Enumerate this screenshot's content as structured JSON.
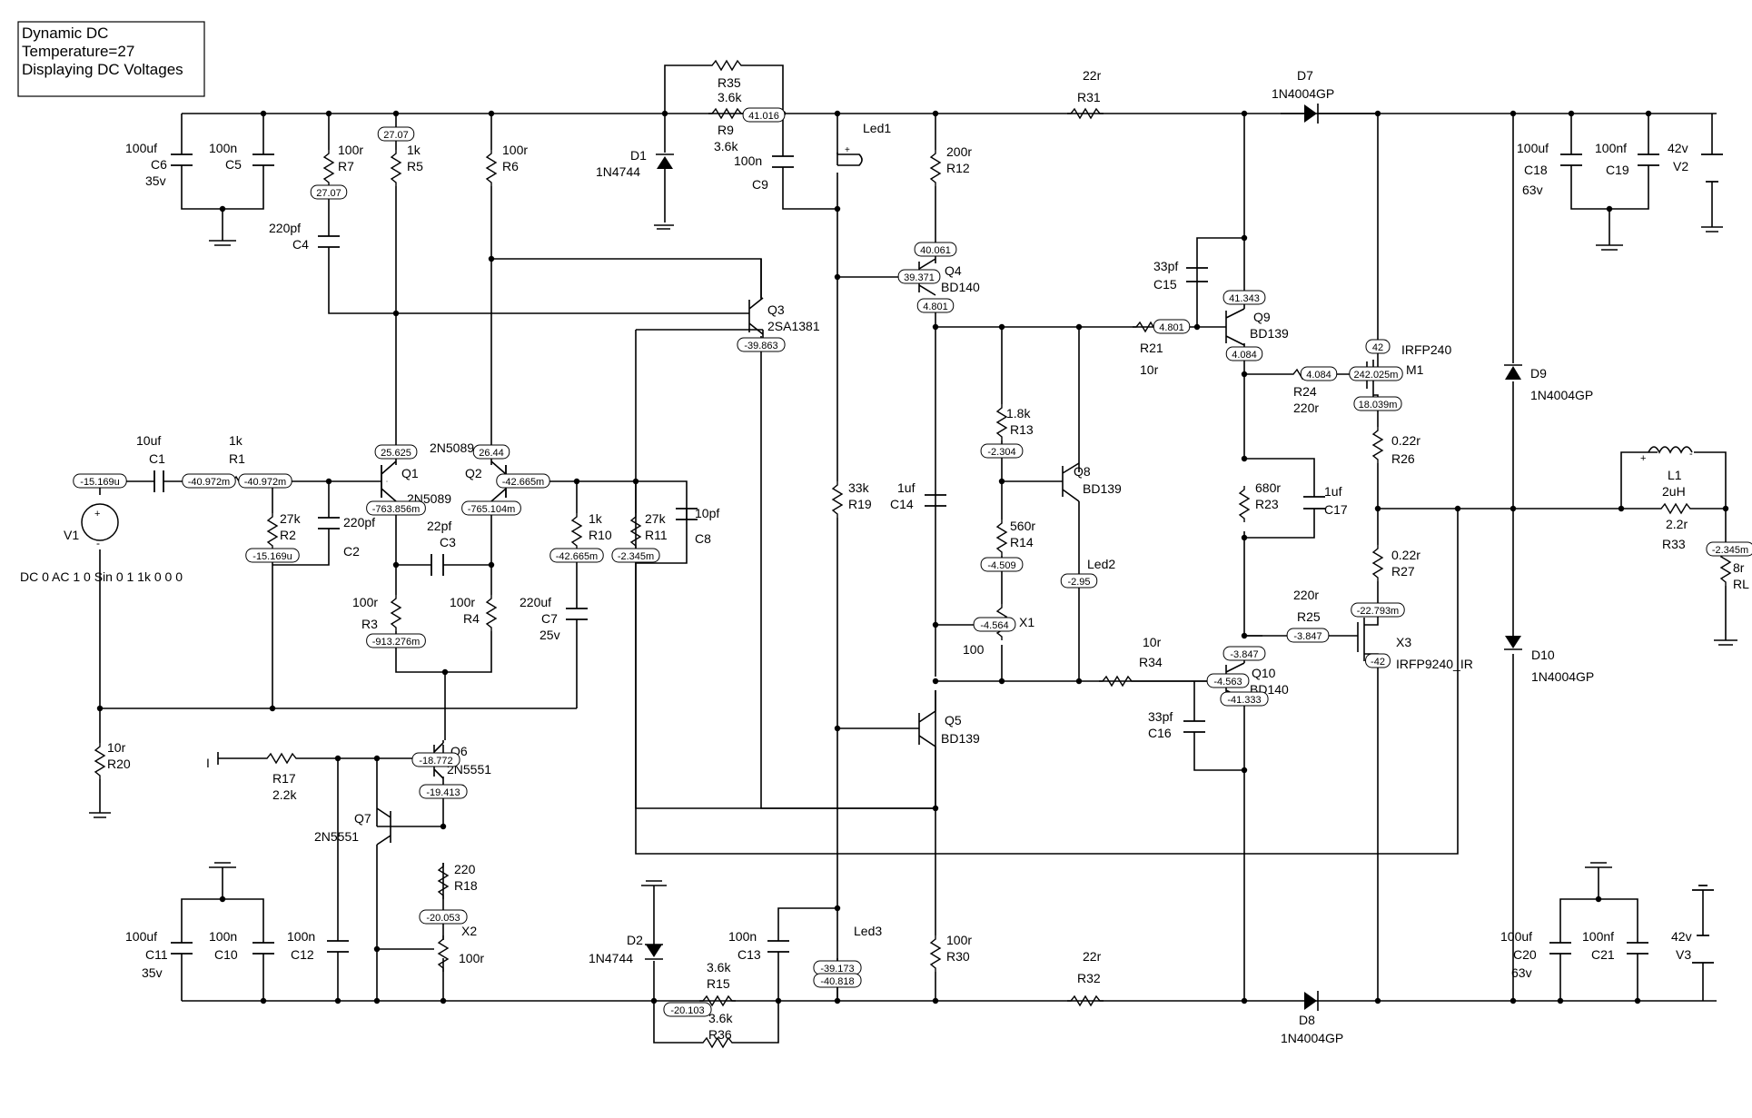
{
  "info": {
    "lines": [
      "Dynamic DC",
      "Temperature=27",
      "Displaying DC Voltages"
    ]
  },
  "source_spec": "DC 0 AC 1 0 Sin 0 1 1k 0 0 0",
  "components": {
    "V1": {
      "name": "V1"
    },
    "C1": {
      "name": "C1",
      "value": "10uf"
    },
    "R1": {
      "name": "R1",
      "value": "1k"
    },
    "R2": {
      "name": "R2",
      "value": "27k"
    },
    "C2": {
      "name": "C2",
      "value": "220pf"
    },
    "R20": {
      "name": "R20",
      "value": "10r"
    },
    "C6": {
      "name": "C6",
      "value": "100uf",
      "rating": "35v"
    },
    "C5": {
      "name": "C5",
      "value": "100n"
    },
    "R7": {
      "name": "R7",
      "value": "100r"
    },
    "C4": {
      "name": "C4",
      "value": "220pf"
    },
    "R5": {
      "name": "R5",
      "value": "1k"
    },
    "R6": {
      "name": "R6",
      "value": "100r"
    },
    "Q1": {
      "name": "Q1",
      "part": "2N5089"
    },
    "Q2": {
      "name": "Q2",
      "part": "2N5089"
    },
    "C3": {
      "name": "C3",
      "value": "22pf"
    },
    "R3": {
      "name": "R3",
      "value": "100r"
    },
    "R4": {
      "name": "R4",
      "value": "100r"
    },
    "R10": {
      "name": "R10",
      "value": "1k"
    },
    "R11": {
      "name": "R11",
      "value": "27k"
    },
    "C8": {
      "name": "C8",
      "value": "10pf"
    },
    "C7": {
      "name": "C7",
      "value": "220uf",
      "rating": "25v"
    },
    "Q3": {
      "name": "Q3",
      "part": "2SA1381"
    },
    "R35": {
      "name": "R35",
      "value": "3.6k"
    },
    "R9": {
      "name": "R9",
      "value": "3.6k"
    },
    "D1": {
      "name": "D1",
      "part": "1N4744"
    },
    "C9": {
      "name": "C9",
      "value": "100n"
    },
    "Led1": {
      "name": "Led1"
    },
    "R19": {
      "name": "R19",
      "value": "33k"
    },
    "R12": {
      "name": "R12",
      "value": "200r"
    },
    "Q4": {
      "name": "Q4",
      "part": "BD140"
    },
    "C14": {
      "name": "C14",
      "value": "1uf"
    },
    "R13": {
      "name": "R13",
      "value": "1.8k"
    },
    "Q8": {
      "name": "Q8",
      "part": "BD139"
    },
    "R14": {
      "name": "R14",
      "value": "560r"
    },
    "X1": {
      "name": "X1",
      "value": "100"
    },
    "Led2": {
      "name": "Led2"
    },
    "R21": {
      "name": "R21",
      "value": "10r"
    },
    "Q5": {
      "name": "Q5",
      "part": "BD139"
    },
    "R31": {
      "name": "R31",
      "value": "22r"
    },
    "D7": {
      "name": "D7",
      "part": "1N4004GP"
    },
    "C15": {
      "name": "C15",
      "value": "33pf"
    },
    "Q9": {
      "name": "Q9",
      "part": "BD139"
    },
    "R24": {
      "name": "R24",
      "value": "220r"
    },
    "M1": {
      "name": "M1",
      "part": "IRFP240"
    },
    "R26": {
      "name": "R26",
      "value": "0.22r"
    },
    "R23": {
      "name": "R23",
      "value": "680r"
    },
    "C17": {
      "name": "C17",
      "value": "1uf"
    },
    "R27": {
      "name": "R27",
      "value": "0.22r"
    },
    "R25": {
      "name": "R25",
      "value": "220r"
    },
    "X3": {
      "name": "X3",
      "part": "IRFP9240_IR"
    },
    "R34": {
      "name": "R34",
      "value": "10r"
    },
    "Q10": {
      "name": "Q10",
      "part": "BD140"
    },
    "C16": {
      "name": "C16",
      "value": "33pf"
    },
    "D9": {
      "name": "D9",
      "part": "1N4004GP"
    },
    "D10": {
      "name": "D10",
      "part": "1N4004GP"
    },
    "C18": {
      "name": "C18",
      "value": "100uf",
      "rating": "63v"
    },
    "C19": {
      "name": "C19",
      "value": "100nf"
    },
    "V2": {
      "name": "V2",
      "value": "42v"
    },
    "L1": {
      "name": "L1",
      "value": "2uH"
    },
    "R33": {
      "name": "R33",
      "value": "2.2r"
    },
    "RL": {
      "name": "RL",
      "value": "8r"
    },
    "I": {
      "name": "I"
    },
    "R17": {
      "name": "R17",
      "value": "2.2k"
    },
    "Q6": {
      "name": "Q6",
      "part": "2N5551"
    },
    "Q7": {
      "name": "Q7",
      "part": "2N5551"
    },
    "R18": {
      "name": "R18",
      "value": "220"
    },
    "X2": {
      "name": "X2",
      "value": "100r"
    },
    "C11": {
      "name": "C11",
      "value": "100uf",
      "rating": "35v"
    },
    "C10": {
      "name": "C10",
      "value": "100n"
    },
    "C12": {
      "name": "C12",
      "value": "100n"
    },
    "D2": {
      "name": "D2",
      "part": "1N4744"
    },
    "R15": {
      "name": "R15",
      "value": "3.6k"
    },
    "R36": {
      "name": "R36",
      "value": "3.6k"
    },
    "C13": {
      "name": "C13",
      "value": "100n"
    },
    "Led3": {
      "name": "Led3"
    },
    "R30": {
      "name": "R30",
      "value": "100r"
    },
    "R32": {
      "name": "R32",
      "value": "22r"
    },
    "D8": {
      "name": "D8",
      "part": "1N4004GP"
    },
    "C20": {
      "name": "C20",
      "value": "100uf",
      "rating": "63v"
    },
    "C21": {
      "name": "C21",
      "value": "100nf"
    },
    "V3": {
      "name": "V3",
      "value": "42v"
    }
  },
  "voltages": [
    "-15.169u",
    "-40.972m",
    "-40.972m",
    "-15.169u",
    "27.07",
    "27.07",
    "25.625",
    "-763.856m",
    "-913.276m",
    "26.44",
    "-42.665m",
    "-765.104m",
    "-42.665m",
    "-2.345m",
    "-39.863",
    "41.016",
    "40.061",
    "39.371",
    "4.801",
    "4.801",
    "-2.304",
    "-4.509",
    "-4.564",
    "-2.95",
    "41.343",
    "4.084",
    "4.084",
    "42",
    "242.025m",
    "18.039m",
    "-22.793m",
    "-3.847",
    "-3.847",
    "-42",
    "-4.563",
    "-41.333",
    "-2.345m",
    "-18.772",
    "-19.413",
    "-20.053",
    "-20.103",
    "-39.173",
    "-40.818"
  ]
}
